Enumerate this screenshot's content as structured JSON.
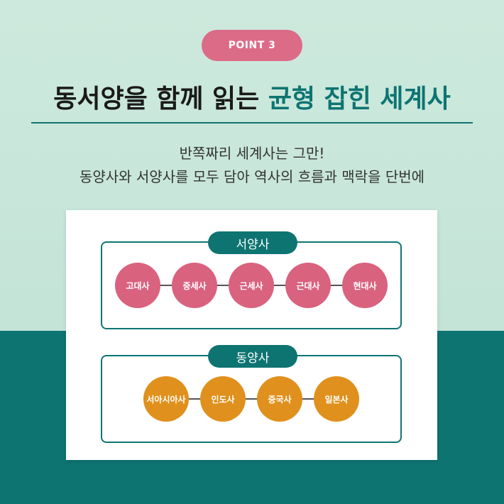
{
  "badge": "POINT 3",
  "headline": {
    "main": "동서양을 함께 읽는 ",
    "accent": "균형 잡힌 세계사"
  },
  "subtitle": {
    "line1": "반쪽짜리 세계사는 그만!",
    "line2": "동양사와 서양사를 모두 담아 역사의 흐름과 맥락을 단번에"
  },
  "diagram": {
    "west": {
      "label": "서양사",
      "nodes": [
        "고대사",
        "중세사",
        "근세사",
        "근대사",
        "현대사"
      ]
    },
    "east": {
      "label": "동양사",
      "nodes": [
        "서아시아사",
        "인도사",
        "중국사",
        "일본사"
      ]
    }
  },
  "colors": {
    "teal": "#0e7472",
    "pink": "#dc6b88",
    "orange": "#e0901c",
    "mint": "#c7e6da"
  }
}
